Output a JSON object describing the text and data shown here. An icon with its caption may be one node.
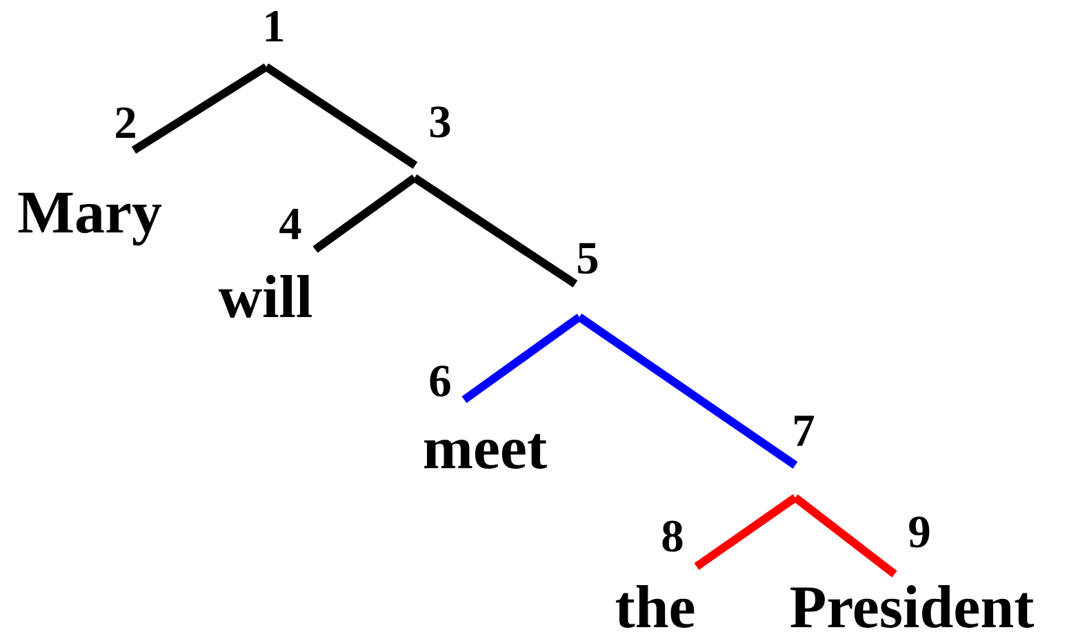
{
  "diagram": {
    "nodes": [
      {
        "text": [
          "1"
        ]
      },
      {
        "text": [
          "2"
        ],
        "beside": [
          "Mary"
        ]
      },
      {
        "text": [
          "3"
        ]
      },
      {
        "text": [
          "4"
        ],
        "beside": [
          "will"
        ]
      },
      {
        "text": [
          "5"
        ]
      },
      {
        "text": [
          "6"
        ],
        "beside": [
          "meet"
        ]
      },
      {
        "text": [
          "7"
        ]
      },
      {
        "text": [
          "8"
        ],
        "beside": [
          "the"
        ]
      },
      {
        "text": [
          "9"
        ],
        "beside": [
          "President"
        ]
      }
    ],
    "edges": [
      {
        "from": 0,
        "to": 1,
        "arrow": "none"
      },
      {
        "from": 0,
        "to": 2,
        "arrow": "none"
      },
      {
        "from": 2,
        "to": 3,
        "arrow": "none"
      },
      {
        "from": 2,
        "to": 4,
        "arrow": "none"
      },
      {
        "from": 4,
        "to": 5,
        "arrow": "none",
        "color": "#0000ff"
      },
      {
        "from": 4,
        "to": 6,
        "arrow": "none",
        "color": "#0000ff"
      },
      {
        "from": 6,
        "to": 7,
        "arrow": "none",
        "color": "#ff0000"
      },
      {
        "from": 6,
        "to": 8,
        "arrow": "none",
        "color": "#ff0000"
      }
    ]
  }
}
